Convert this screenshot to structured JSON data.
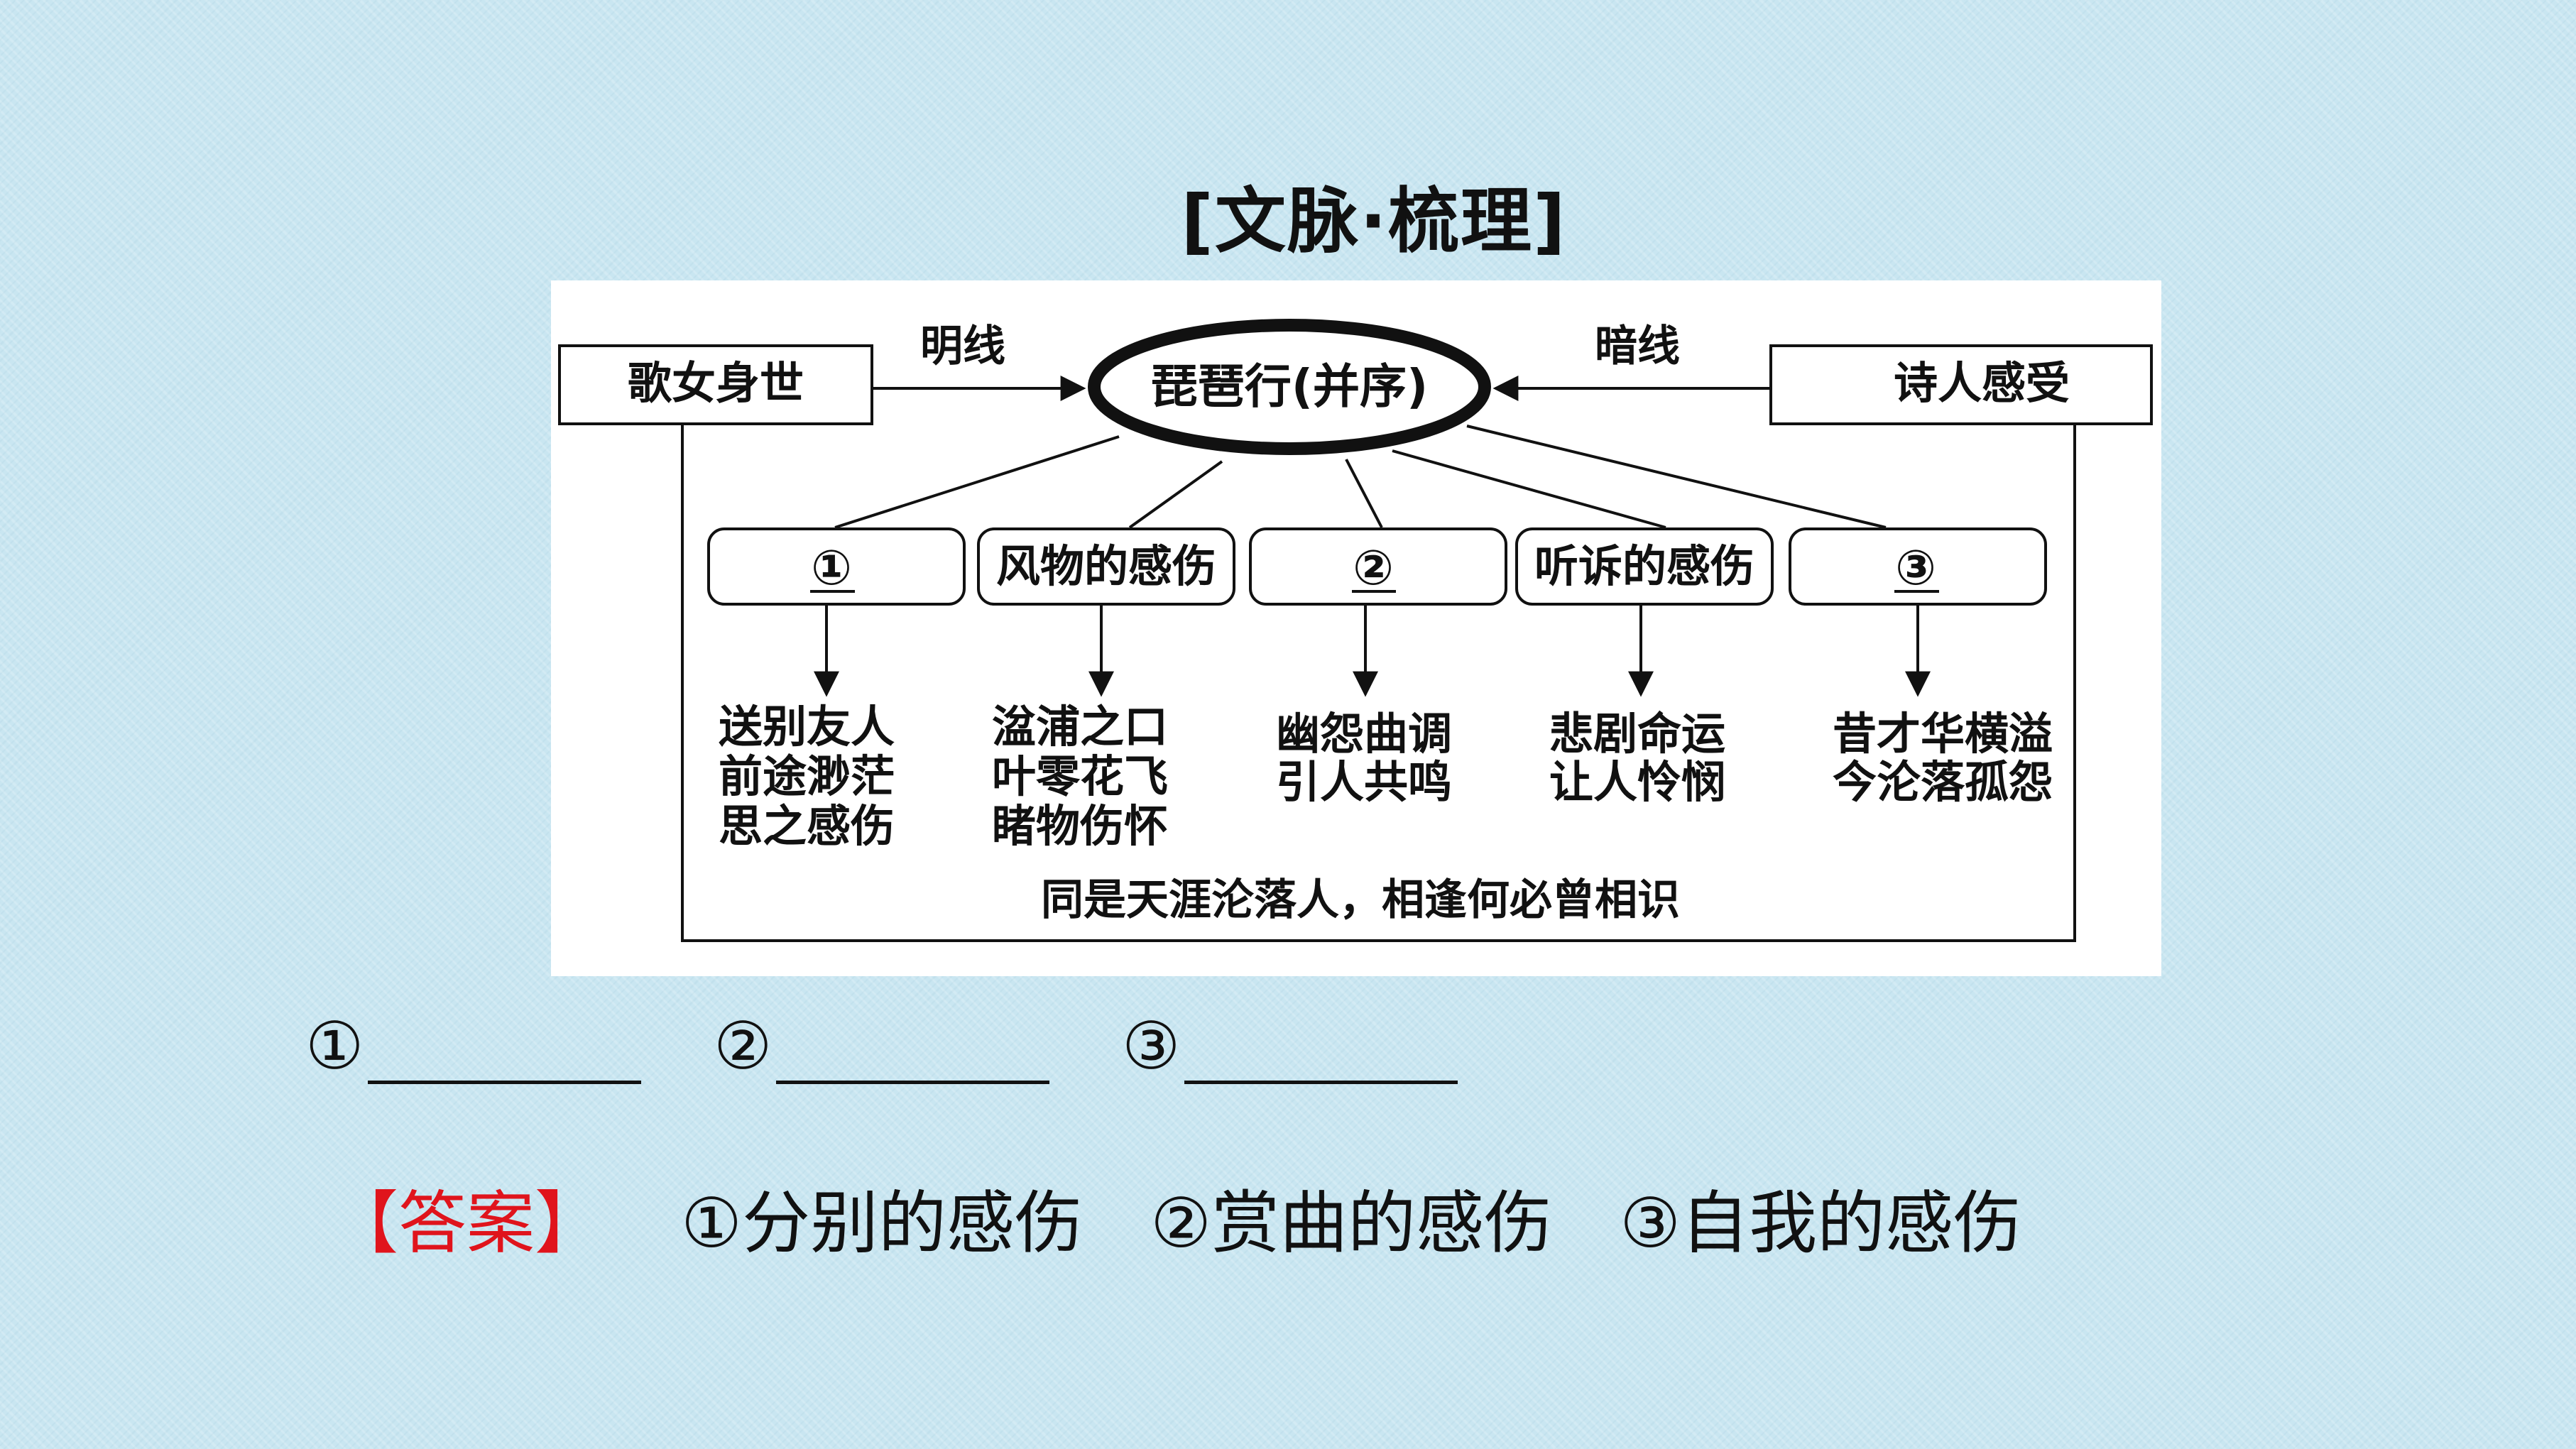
{
  "title": "[文脉·梳理]",
  "diagram": {
    "left_box": "歌女身世",
    "right_box": "诗人感受",
    "center": "琵琶行(并序)",
    "left_arrow_label": "明线",
    "right_arrow_label": "暗线",
    "boxes": [
      "①",
      "风物的感伤",
      "②",
      "听诉的感伤",
      "③"
    ],
    "details": [
      [
        "送别友人",
        "前途渺茫",
        "思之感伤"
      ],
      [
        "湓浦之口",
        "叶零花飞",
        "睹物伤怀"
      ],
      [
        "幽怨曲调",
        "引人共鸣"
      ],
      [
        "悲剧命运",
        "让人怜悯"
      ],
      [
        "昔才华横溢",
        "今沦落孤怨"
      ]
    ],
    "bottom_text": "同是天涯沦落人，相逢何必曾相识"
  },
  "blanks": [
    "①",
    "②",
    "③"
  ],
  "answer": {
    "tag": "【答案】",
    "items": [
      "①分别的感伤",
      "②赏曲的感伤",
      "③自我的感伤"
    ]
  }
}
